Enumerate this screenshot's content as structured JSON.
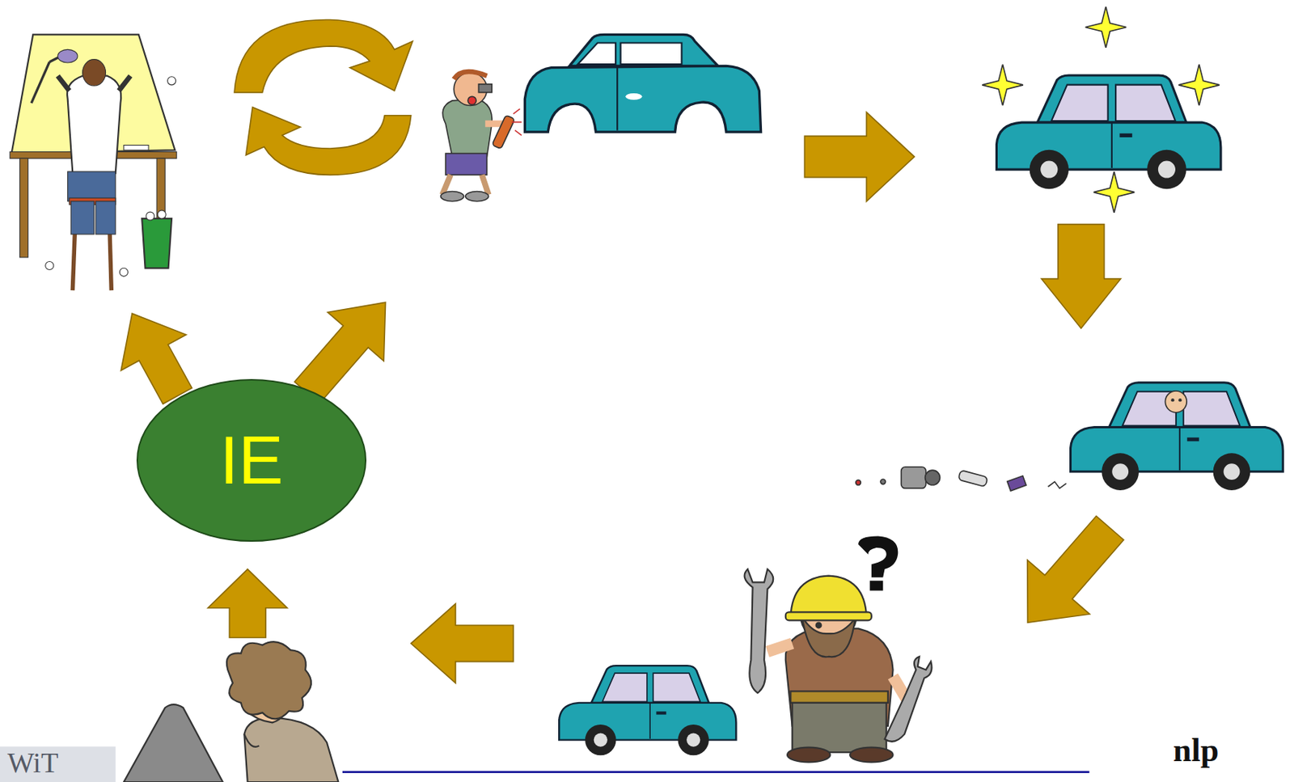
{
  "diagram": {
    "nodes": [
      {
        "text": [
          "IE"
        ]
      }
    ],
    "labels": [
      "WiT",
      "nlp"
    ]
  }
}
